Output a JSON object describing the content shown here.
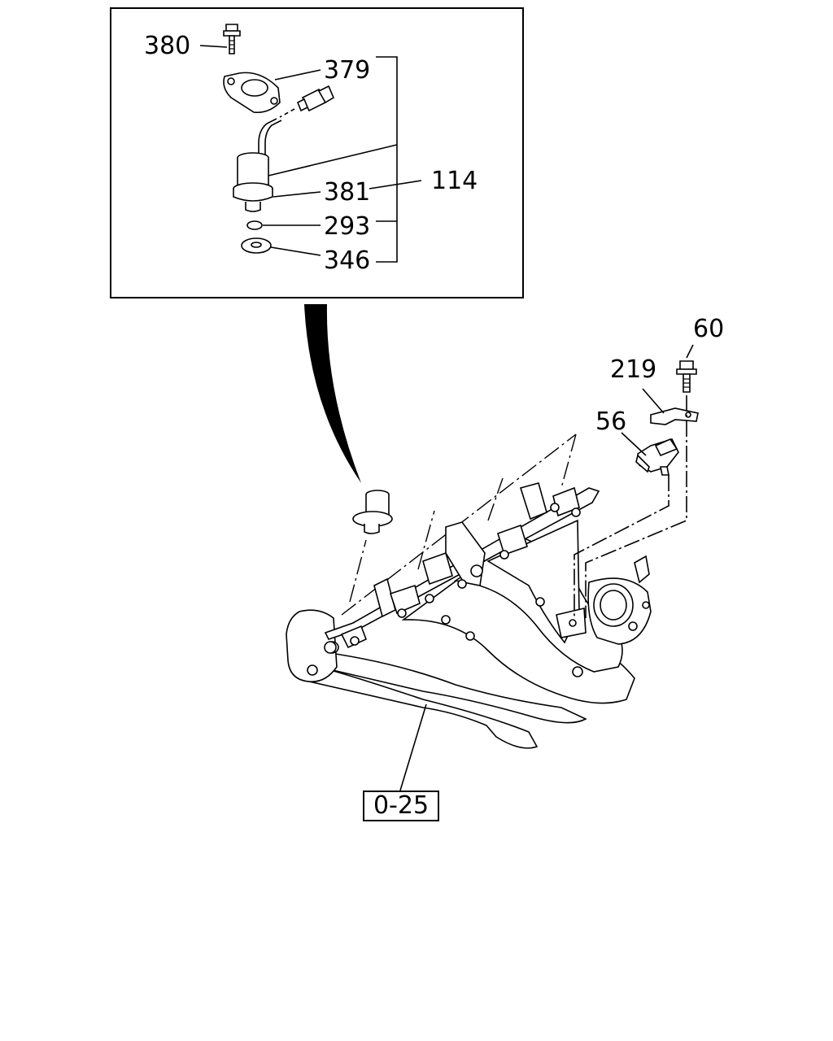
{
  "callouts": {
    "c380": "380",
    "c379": "379",
    "c381": "381",
    "c114": "114",
    "c293": "293",
    "c346": "346",
    "c60": "60",
    "c219": "219",
    "c56": "56"
  },
  "reference": {
    "label": "0-25"
  },
  "icons": {
    "inset": "exploded-assembly-inset",
    "manifold": "intake-manifold-drawing",
    "sensor": "sensor-assembly-drawing"
  }
}
